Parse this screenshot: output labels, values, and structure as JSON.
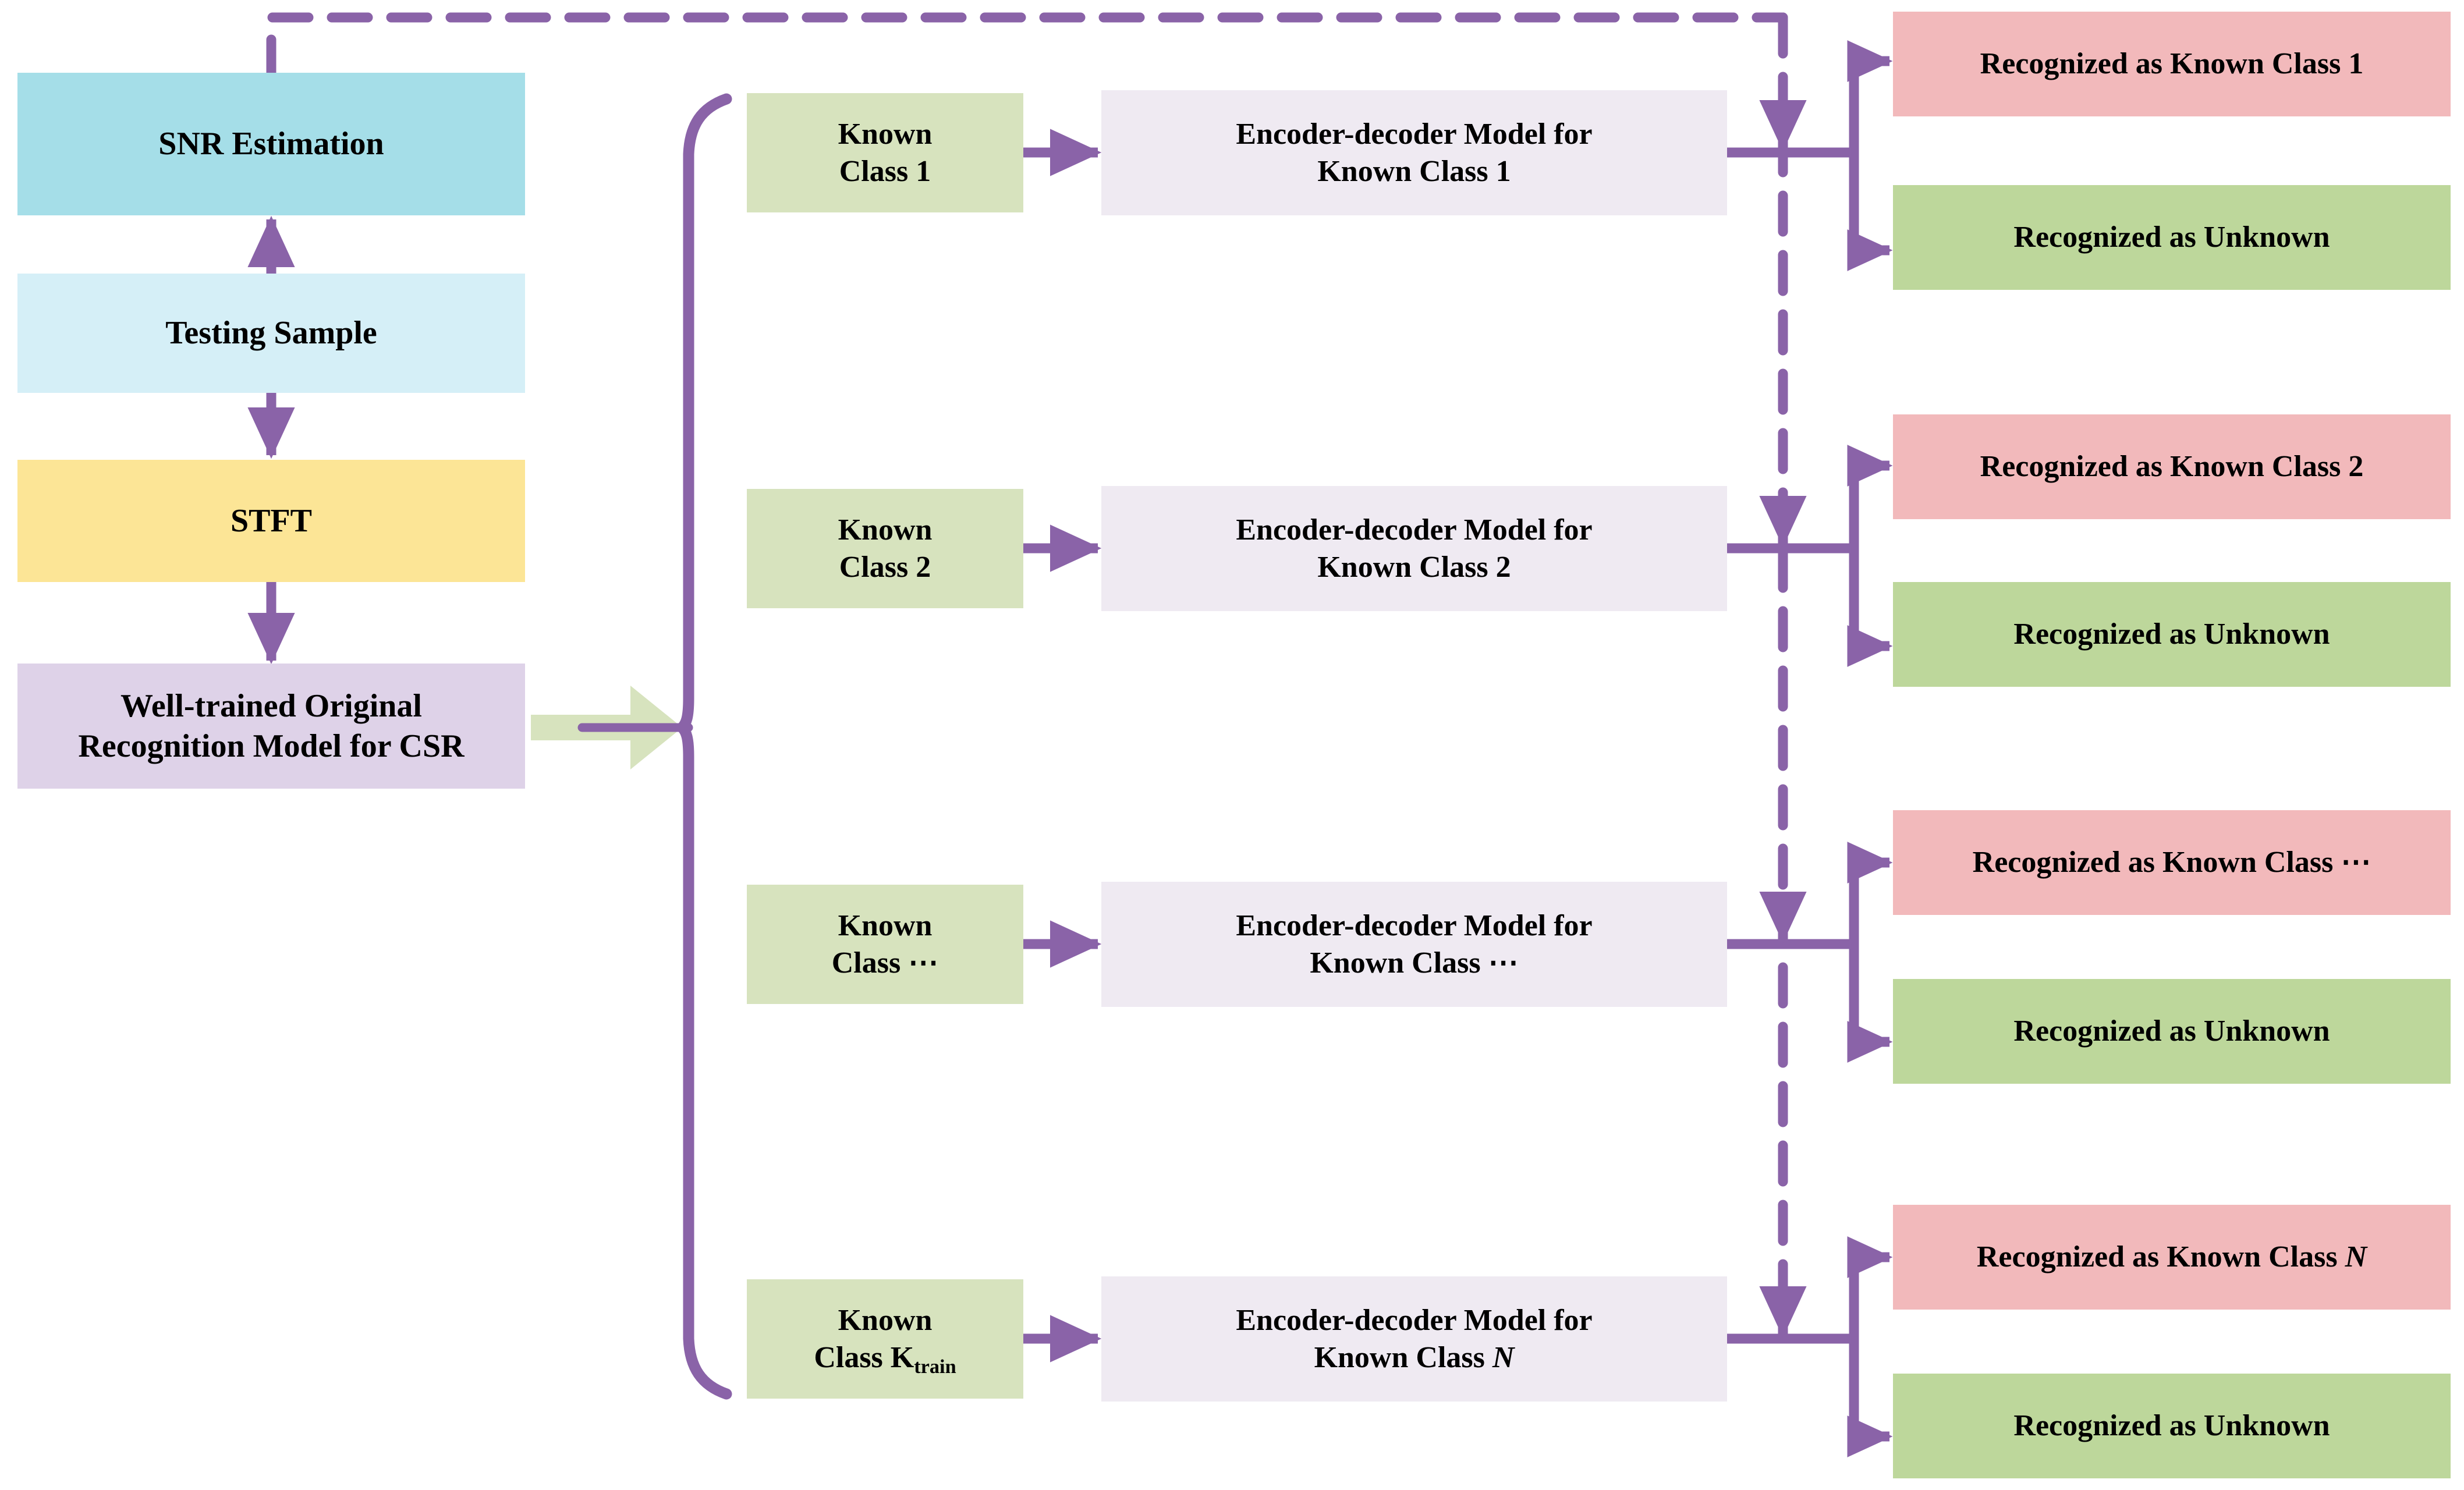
{
  "colors": {
    "snr_box": "#a5dee8",
    "testing_box": "#d5eff7",
    "stft_box": "#fce596",
    "model_box": "#ded2e8",
    "known_class_box": "#d7e3be",
    "encoder_box": "#efeaf2",
    "recognized_known_box": "#f2b9bb",
    "recognized_unknown_box": "#bdd79b",
    "arrow_purple": "#8a63a8",
    "block_arrow_green": "#d7e3be",
    "text": "#000000",
    "background": "#ffffff"
  },
  "left_pipeline": {
    "snr_estimation": "SNR Estimation",
    "testing_sample": "Testing Sample",
    "stft": "STFT",
    "well_trained_model_line1": "Well-trained Original",
    "well_trained_model_line2": "Recognition Model for CSR"
  },
  "rows": [
    {
      "known_class_line1": "Known",
      "known_class_line2": "Class 1",
      "known_class_sub": "",
      "encoder_line1": "Encoder-decoder Model for",
      "encoder_line2": "Known Class 1",
      "encoder_line2_italic": "",
      "recognized_known": "Recognized as Known Class 1",
      "recognized_known_italic": "",
      "recognized_unknown": "Recognized as Unknown"
    },
    {
      "known_class_line1": "Known",
      "known_class_line2": "Class 2",
      "known_class_sub": "",
      "encoder_line1": "Encoder-decoder Model for",
      "encoder_line2": "Known Class 2",
      "encoder_line2_italic": "",
      "recognized_known": "Recognized as Known Class 2",
      "recognized_known_italic": "",
      "recognized_unknown": "Recognized as Unknown"
    },
    {
      "known_class_line1": "Known",
      "known_class_line2": "Class ⋯",
      "known_class_sub": "",
      "encoder_line1": "Encoder-decoder Model for",
      "encoder_line2": "Known Class ⋯",
      "encoder_line2_italic": "",
      "recognized_known": "Recognized as Known Class ⋯",
      "recognized_known_italic": "",
      "recognized_unknown": "Recognized as Unknown"
    },
    {
      "known_class_line1": "Known",
      "known_class_line2": "Class K",
      "known_class_sub": "train",
      "encoder_line1": "Encoder-decoder Model for",
      "encoder_line2": "Known Class ",
      "encoder_line2_italic": "N",
      "recognized_known": "Recognized as Known Class ",
      "recognized_known_italic": "N",
      "recognized_unknown": "Recognized as Unknown"
    }
  ],
  "icons": {
    "brace": "left-curly-brace-icon",
    "block_arrow": "block-arrow-right-icon",
    "feedback": "dashed-feedback-line-icon"
  }
}
